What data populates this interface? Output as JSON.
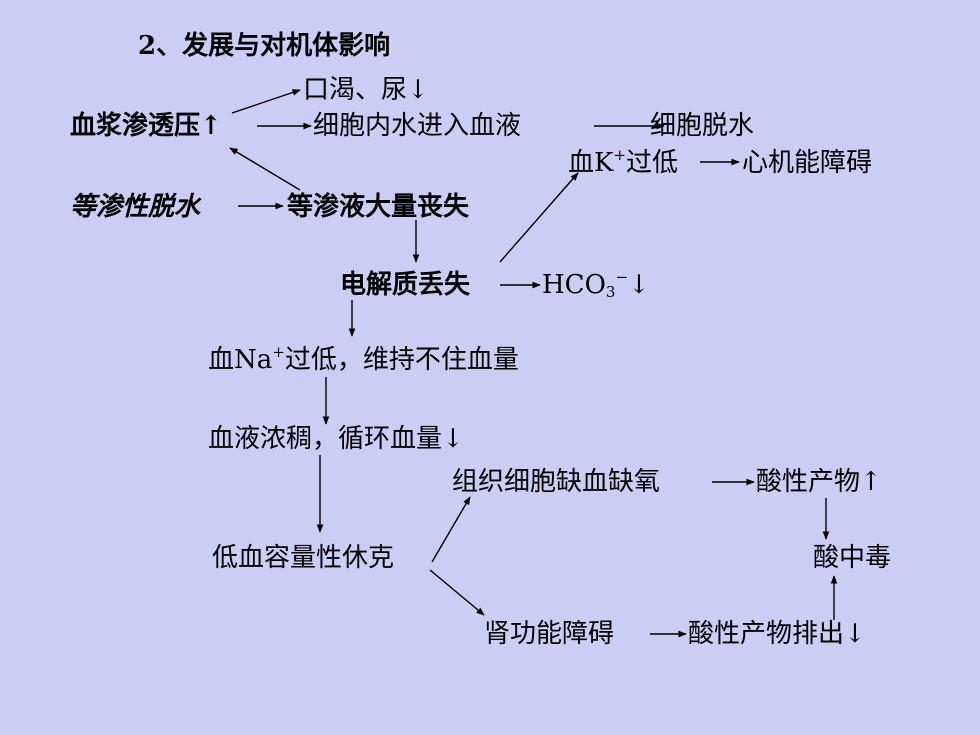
{
  "title": "2、发展与对机体影响",
  "nodes": {
    "thirst": "口渴、尿↓",
    "plasma_osmo": "血浆渗透压↑",
    "intracellular_water": "细胞内水进入血液",
    "cell_dehydration": "细胞脱水",
    "low_k_prefix": "血K",
    "low_k_sup": "+",
    "low_k_suffix": "过低",
    "cardiac": "心机能障碍",
    "isotonic_dehydration": "等渗性脱水",
    "isotonic_loss": "等渗液大量丧失",
    "electrolyte_loss": "电解质丢失",
    "hco3_prefix": "HCO",
    "hco3_sub": "3",
    "hco3_sup": "−",
    "hco3_suffix": "↓",
    "low_na_prefix": "血Na",
    "low_na_sup": "+",
    "low_na_suffix": "过低，维持不住血量",
    "blood_concentration": "血液浓稠，循环血量↓",
    "tissue_hypoxia": "组织细胞缺血缺氧",
    "acidic_products_up": "酸性产物↑",
    "hypovolemic_shock": "低血容量性休克",
    "acidosis": "酸中毒",
    "renal_dysfunction": "肾功能障碍",
    "acid_excretion_down": "酸性产物排出↓"
  }
}
